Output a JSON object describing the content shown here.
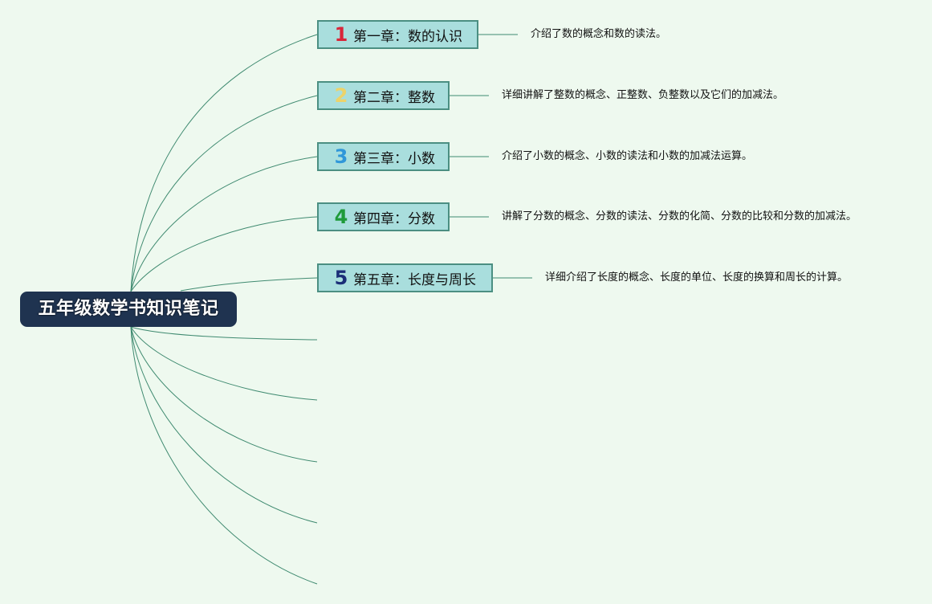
{
  "root": {
    "title": "五年级数学书知识笔记"
  },
  "chapters": [
    {
      "num": "1",
      "label": "第一章：数的认识",
      "desc": "介绍了数的概念和数的读法。",
      "color": "#d8263a"
    },
    {
      "num": "2",
      "label": "第二章：整数",
      "desc": "详细讲解了整数的概念、正整数、负整数以及它们的加减法。",
      "color": "#ecd36a"
    },
    {
      "num": "3",
      "label": "第三章：小数",
      "desc": "介绍了小数的概念、小数的读法和小数的加减法运算。",
      "color": "#2f97d9"
    },
    {
      "num": "4",
      "label": "第四章：分数",
      "desc": "讲解了分数的概念、分数的读法、分数的化简、分数的比较和分数的加减法。",
      "color": "#1f9a3a"
    },
    {
      "num": "5",
      "label": "第五章：长度与周长",
      "desc": "详细介绍了长度的概念、长度的单位、长度的换算和周长的计算。",
      "color": "#1a2e78"
    }
  ],
  "colors": {
    "background": "#eef9ef",
    "root_fill": "#1f3350",
    "node_fill": "#a9dedd",
    "node_border": "#4b8f82",
    "link": "#3f8a70"
  }
}
